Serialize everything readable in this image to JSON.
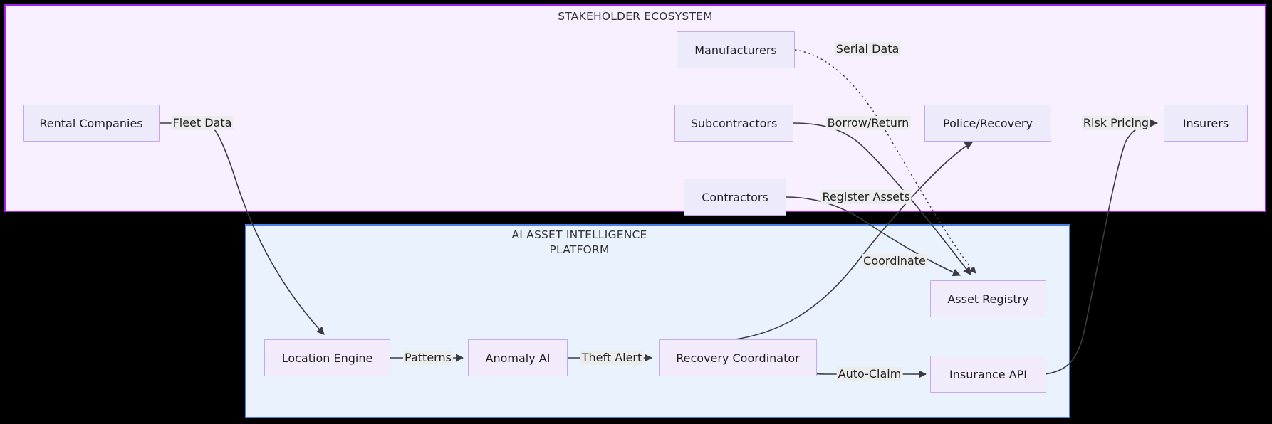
{
  "diagram": {
    "title_visible": false,
    "clusters": [
      {
        "id": "stakeholder",
        "title": "STAKEHOLDER ECOSYSTEM",
        "border_color": "#a020f0",
        "background": "#f9f0ff"
      },
      {
        "id": "platform",
        "title_line1": "AI ASSET INTELLIGENCE",
        "title_line2": "PLATFORM",
        "border_color": "#4a7fe8",
        "background": "#eaf3fd"
      }
    ],
    "nodes": [
      {
        "id": "rental",
        "label": "Rental Companies",
        "cluster": "stakeholder"
      },
      {
        "id": "manuf",
        "label": "Manufacturers",
        "cluster": "stakeholder"
      },
      {
        "id": "subs",
        "label": "Subcontractors",
        "cluster": "stakeholder"
      },
      {
        "id": "contractors",
        "label": "Contractors",
        "cluster": "stakeholder"
      },
      {
        "id": "police",
        "label": "Police/Recovery",
        "cluster": "stakeholder"
      },
      {
        "id": "insurers",
        "label": "Insurers",
        "cluster": "stakeholder"
      },
      {
        "id": "location",
        "label": "Location Engine",
        "cluster": "platform"
      },
      {
        "id": "anomaly",
        "label": "Anomaly AI",
        "cluster": "platform"
      },
      {
        "id": "recovery",
        "label": "Recovery Coordinator",
        "cluster": "platform"
      },
      {
        "id": "registry",
        "label": "Asset Registry",
        "cluster": "platform"
      },
      {
        "id": "insapi",
        "label": "Insurance API",
        "cluster": "platform"
      }
    ],
    "edges": [
      {
        "id": "e1",
        "from": "rental",
        "to": "location",
        "label": "Fleet Data",
        "style": "solid"
      },
      {
        "id": "e2",
        "from": "manuf",
        "to": "registry",
        "label": "Serial Data",
        "style": "dotted"
      },
      {
        "id": "e3",
        "from": "subs",
        "to": "registry",
        "label": "Borrow/Return",
        "style": "solid"
      },
      {
        "id": "e4",
        "from": "contractors",
        "to": "registry",
        "label": "Register Assets",
        "style": "solid"
      },
      {
        "id": "e5",
        "from": "location",
        "to": "anomaly",
        "label": "Patterns",
        "style": "solid"
      },
      {
        "id": "e6",
        "from": "anomaly",
        "to": "recovery",
        "label": "Theft Alert",
        "style": "solid"
      },
      {
        "id": "e7",
        "from": "recovery",
        "to": "police",
        "label": "Coordinate",
        "style": "solid"
      },
      {
        "id": "e8",
        "from": "recovery",
        "to": "insapi",
        "label": "Auto-Claim",
        "style": "solid"
      },
      {
        "id": "e9",
        "from": "insapi",
        "to": "insurers",
        "label": "Risk Pricing",
        "style": "solid"
      }
    ],
    "colors": {
      "node_fill": "#eceafb",
      "node_border": "#c3aaf0",
      "edge_stroke": "#3b3b41",
      "edge_label_bg": "#ececec",
      "page_background": "#000000"
    }
  }
}
